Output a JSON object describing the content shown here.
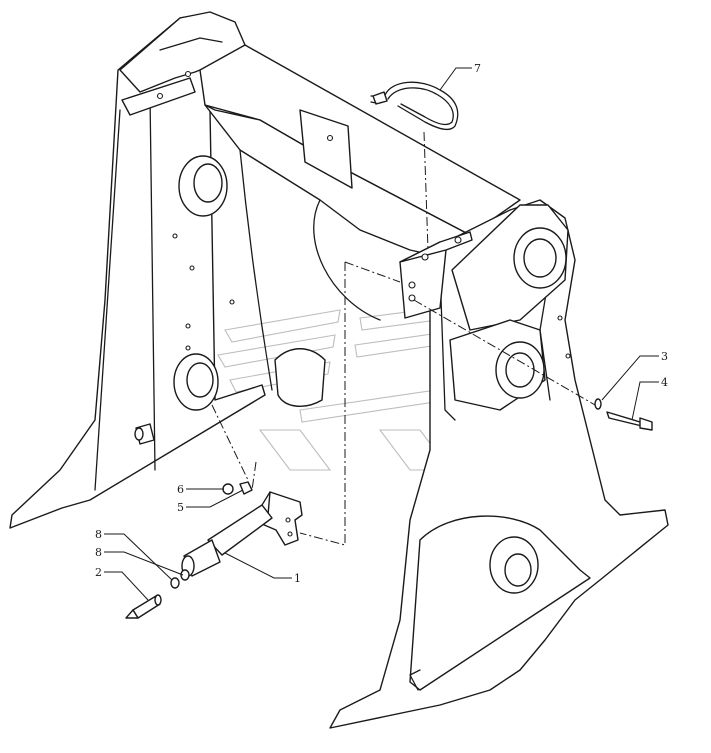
{
  "callouts": [
    {
      "label": "7",
      "part": "wiring harness loop"
    },
    {
      "label": "3",
      "part": "washer"
    },
    {
      "label": "4",
      "part": "bolt"
    },
    {
      "label": "6",
      "part": "nut"
    },
    {
      "label": "5",
      "part": "washer"
    },
    {
      "label": "1",
      "part": "bracket"
    },
    {
      "label": "8",
      "part": "ring"
    },
    {
      "label": "8",
      "part": "ring"
    },
    {
      "label": "2",
      "part": "pin"
    }
  ]
}
